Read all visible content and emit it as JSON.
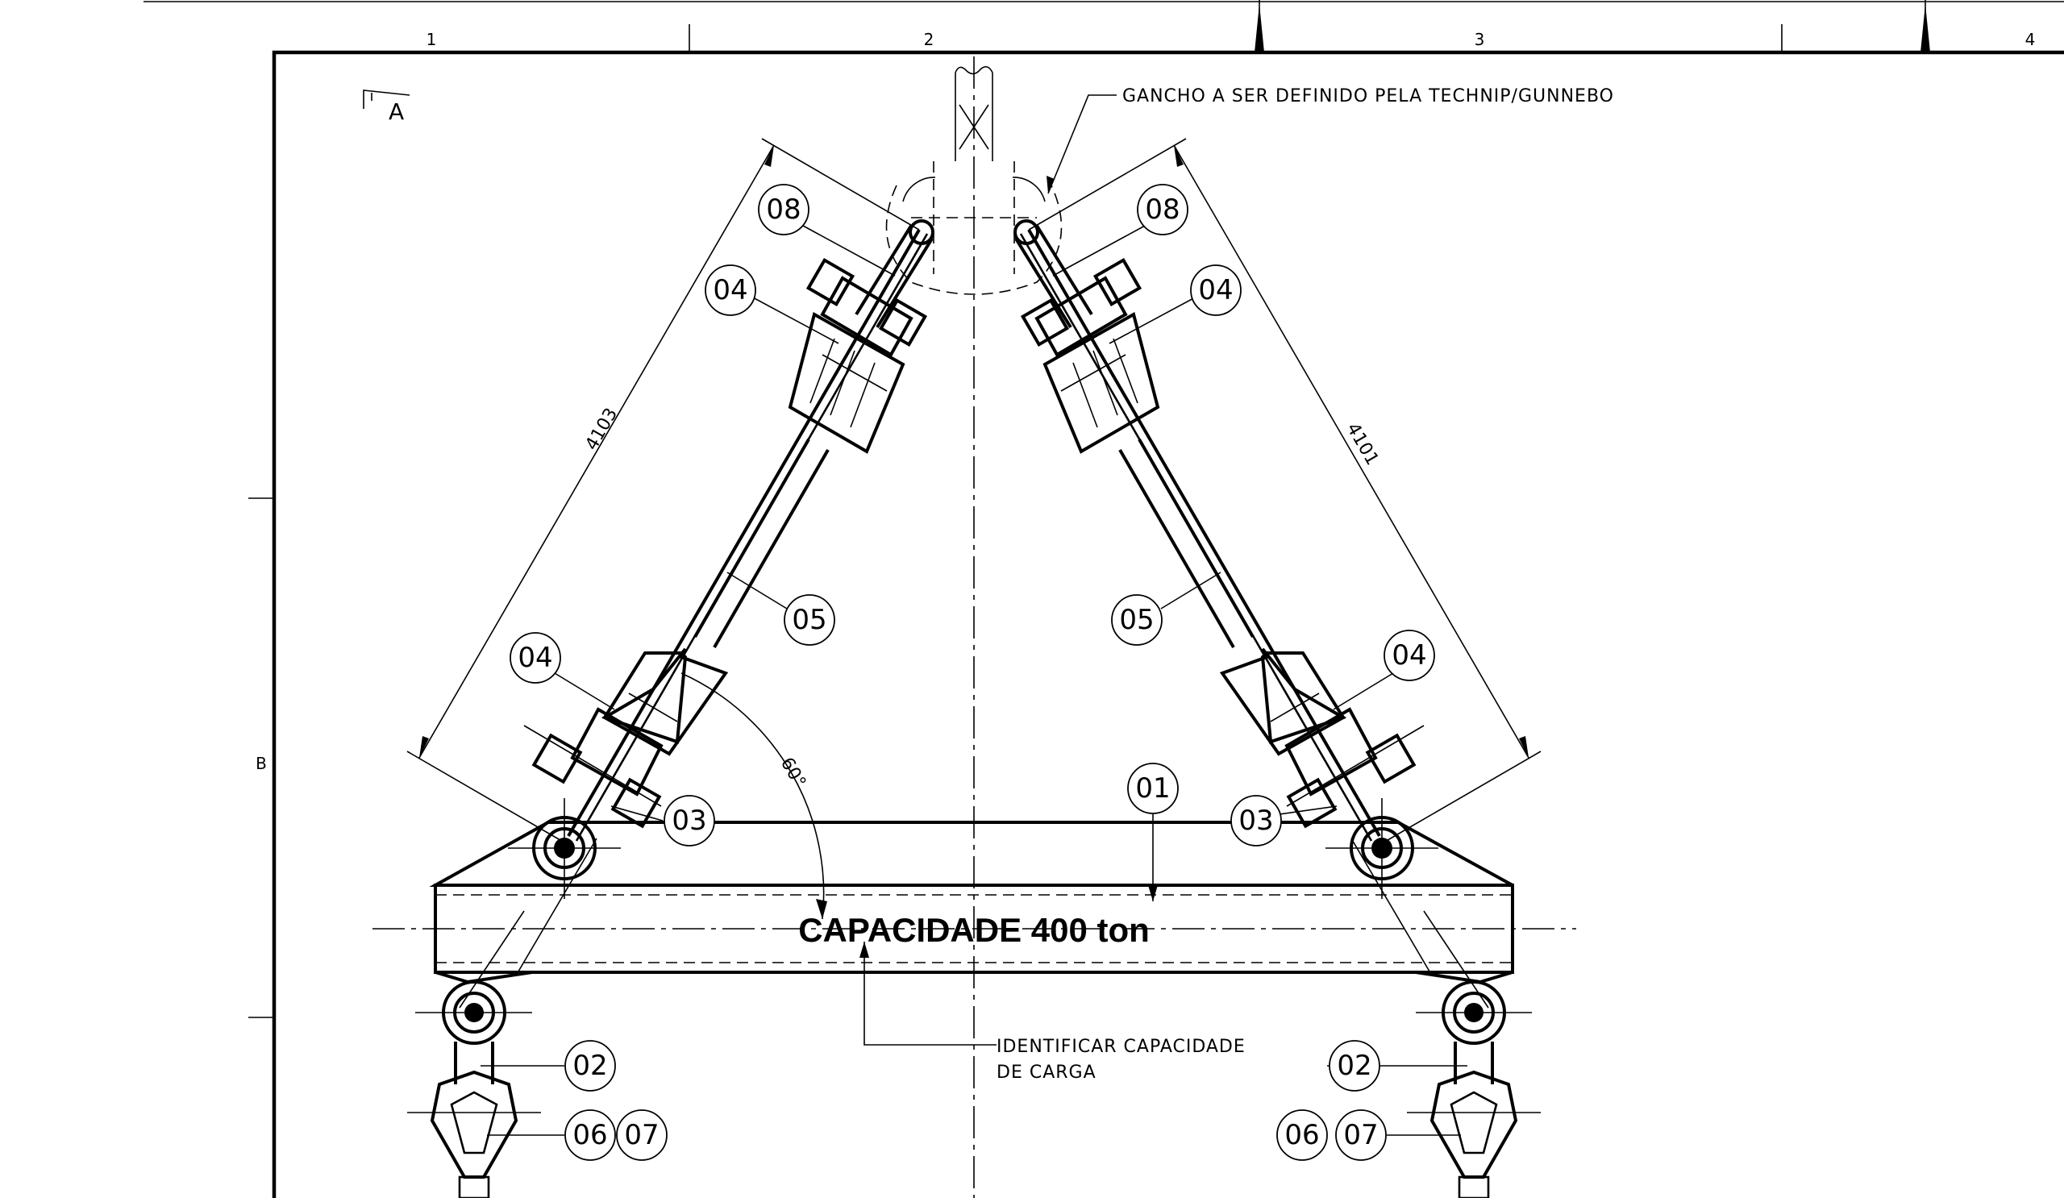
{
  "frame": {
    "columns": [
      "1",
      "2",
      "3",
      "4"
    ],
    "rows": [
      "B"
    ],
    "section_marker": "A"
  },
  "notes": {
    "hook": "GANCHO A SER DEFINIDO PELA TECHNIP/GUNNEBO",
    "capacity_label": "CAPACIDADE 400 ton",
    "identify_line1": "IDENTIFICAR CAPACIDADE",
    "identify_line2": "DE CARGA"
  },
  "dimensions": {
    "left_leg": "4103",
    "right_leg": "4101",
    "angle": "60°"
  },
  "balloons": {
    "hook_link_left": "08",
    "hook_link_right": "08",
    "socket_upper_left": "04",
    "socket_upper_right": "04",
    "socket_lower_left": "04",
    "socket_lower_right": "04",
    "rod_left": "05",
    "rod_right": "05",
    "shackle_left": "03",
    "shackle_right": "03",
    "beam": "01",
    "lower_shackle_left": "02",
    "lower_shackle_right": "02",
    "eye_left_a": "06",
    "eye_left_b": "07",
    "eye_right_a": "06",
    "eye_right_b": "07"
  },
  "colors": {
    "line": "#000000",
    "background": "#ffffff"
  }
}
